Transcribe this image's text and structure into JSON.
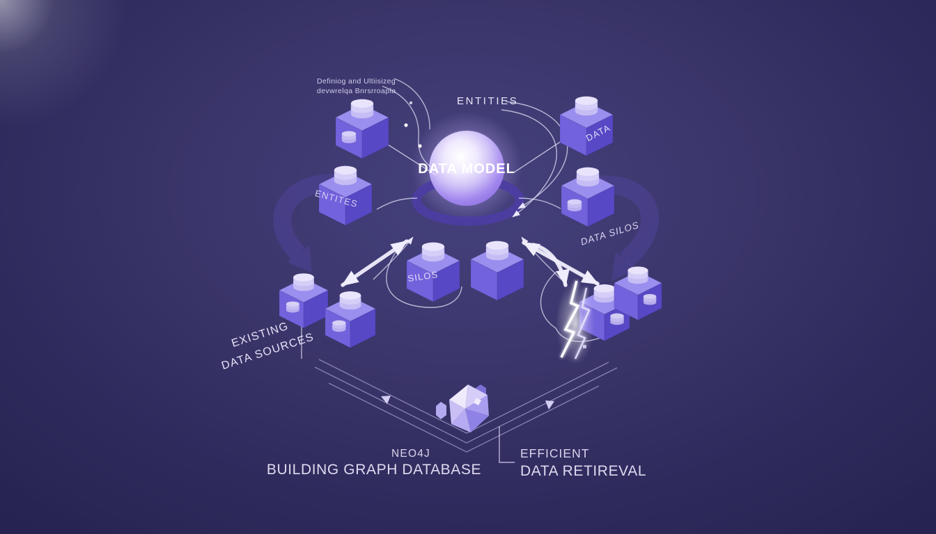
{
  "labels": {
    "definition_note_line1": "Definiog and Ultiisizeg",
    "definition_note_line2": "devwrelqa Bnrsrroapla",
    "entities_curve": "ENTITIES",
    "data_model_sphere": "DATA MODEL",
    "data_cube": "DATA",
    "entities_cube": "ENTITES",
    "silos_cube": "SILOS",
    "data_silos": "DATA SILOS",
    "existing_line1": "EXISTING",
    "existing_line2": "DATA SOURCES",
    "caption_neo4j": "NEO4J",
    "caption_building": "BUILDING GRAPH DATABASE",
    "caption_efficient": "EFFICIENT",
    "caption_retrieval": "DATA RETIREVAL"
  },
  "colors": {
    "background_center": "#45417d",
    "background_edge": "#272350",
    "cube_top": "#9a8fef",
    "cube_left": "#7262dc",
    "cube_right": "#5748c5",
    "cylinder": "#d6cff7",
    "sphere_core": "#ffffff",
    "sphere_edge": "#8c70e4",
    "ring": "#4c3da2",
    "line_white": "#e9e6fb",
    "dark_arrow": "#4f4499",
    "caption_text": "#dfdaf0"
  },
  "icons": {
    "database": "stacked-cylinder-discs",
    "crystal": "faceted-gem",
    "lightning": "zigzag-crack-bolt",
    "sphere": "glowing-orb",
    "dark_arrow": "curved-sweep-arrow",
    "double_arrow": "white-double-headed-arrow"
  }
}
